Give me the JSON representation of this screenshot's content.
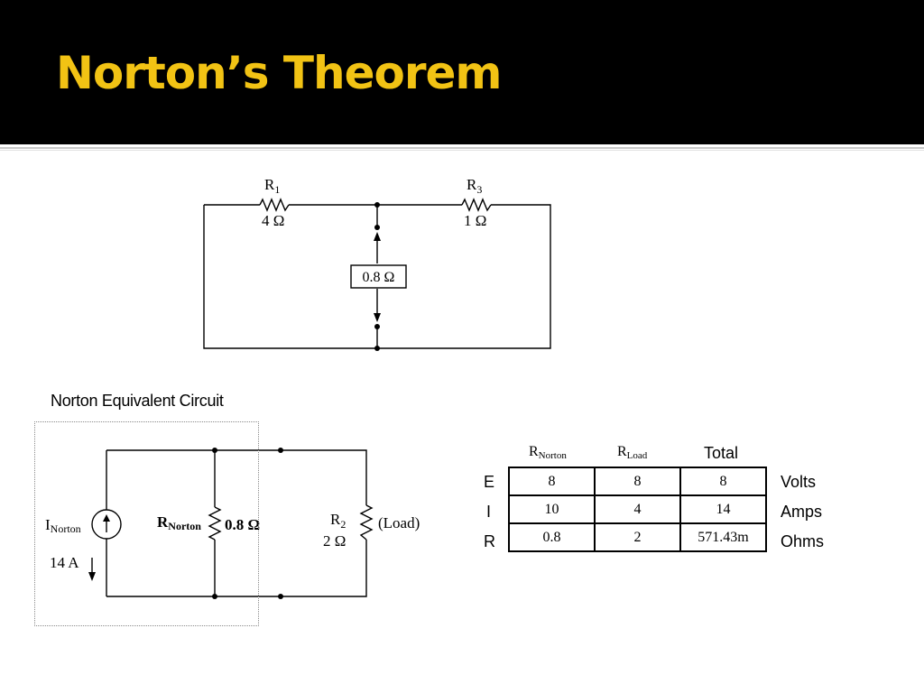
{
  "slide": {
    "title": "Norton’s Theorem",
    "accent_color": "#f2c314",
    "header_bg": "#000000"
  },
  "top_circuit": {
    "r1_name": "R",
    "r1_sub": "1",
    "r1_value": "4 Ω",
    "r3_name": "R",
    "r3_sub": "3",
    "r3_value": "1 Ω",
    "short_box_value": "0.8 Ω"
  },
  "equivalent_circuit": {
    "heading": "Norton Equivalent Circuit",
    "source_name": "I",
    "source_sub": "Norton",
    "source_value": "14 A",
    "rnorton_name": "R",
    "rnorton_sub": "Norton",
    "rnorton_value": "0.8 Ω",
    "r2_name": "R",
    "r2_sub": "2",
    "r2_value": "2 Ω",
    "load_label": "(Load)"
  },
  "results_table": {
    "columns": [
      {
        "name": "R",
        "sub": "Norton"
      },
      {
        "name": "R",
        "sub": "Load"
      },
      {
        "name": "Total",
        "sub": ""
      }
    ],
    "rows": [
      {
        "label": "E",
        "unit": "Volts",
        "values": [
          "8",
          "8",
          "8"
        ]
      },
      {
        "label": "I",
        "unit": "Amps",
        "values": [
          "10",
          "4",
          "14"
        ]
      },
      {
        "label": "R",
        "unit": "Ohms",
        "values": [
          "0.8",
          "2",
          "571.43m"
        ]
      }
    ]
  }
}
